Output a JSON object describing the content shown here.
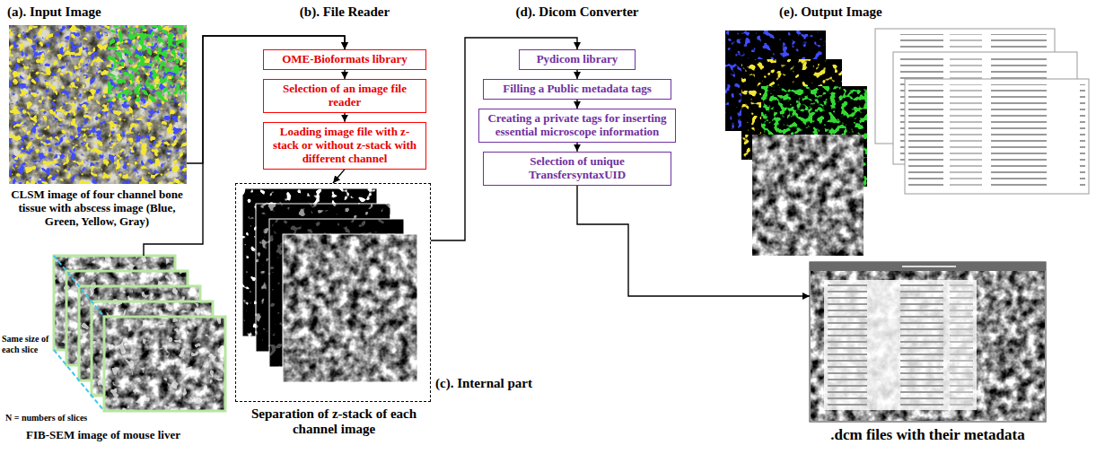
{
  "diagram": {
    "nodes": [
      {
        "text": [
          "CLSM image of four channel bone tissue with abscess image (Blue, Green, Yellow, Gray)"
        ]
      },
      {
        "text": [
          "FIB-SEM image of mouse liver"
        ]
      },
      {
        "text": [
          "OME-Bioformats library"
        ]
      },
      {
        "text": [
          "Selection of an image file reader"
        ]
      },
      {
        "text": [
          "Loading image file with z-stack or without z-stack with different channel"
        ]
      },
      {
        "text": [
          "(c). Internal part",
          "Separation of z-stack of each channel image"
        ]
      },
      {
        "text": [
          "Pydicom library"
        ]
      },
      {
        "text": [
          "Filling a Public metadata tags"
        ]
      },
      {
        "text": [
          "Creating a private tags for inserting essential microscope information"
        ]
      },
      {
        "text": [
          "Selection of unique TransfersyntaxUID"
        ]
      },
      {
        "text": [
          ".dcm files with their metadata"
        ]
      }
    ],
    "edges": [
      {
        "from": 0,
        "to": 2,
        "arrow": "to"
      },
      {
        "from": 1,
        "to": 2,
        "arrow": "to"
      },
      {
        "from": 2,
        "to": 3,
        "arrow": "to"
      },
      {
        "from": 3,
        "to": 4,
        "arrow": "to"
      },
      {
        "from": 4,
        "to": 5,
        "arrow": "to"
      },
      {
        "from": 5,
        "to": 6,
        "arrow": "to"
      },
      {
        "from": 6,
        "to": 7,
        "arrow": "to"
      },
      {
        "from": 7,
        "to": 8,
        "arrow": "to"
      },
      {
        "from": 8,
        "to": 9,
        "arrow": "to"
      },
      {
        "from": 9,
        "to": 10,
        "arrow": "to"
      }
    ],
    "labels": [
      "(a). Input Image",
      "Same size of each slice",
      "N = numbers of slices",
      "(b). File Reader",
      "(d). Dicom Converter",
      "(e). Output Image"
    ]
  }
}
